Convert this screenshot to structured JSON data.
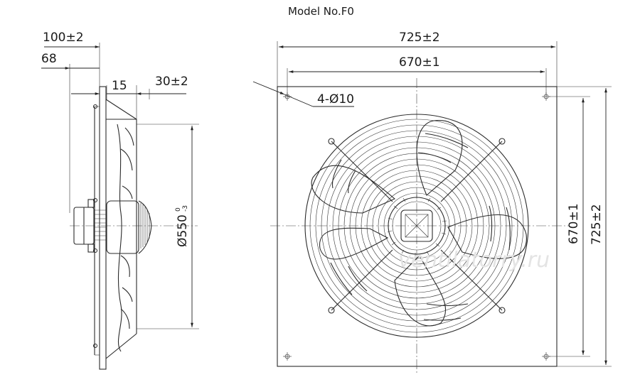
{
  "title": "Model No.F0",
  "side_view": {
    "dims": {
      "overall_depth": "100±2",
      "motor_depth": "68",
      "flange_depth": "15",
      "guard_depth": "30±2",
      "fan_diameter": "Ø550",
      "fan_diameter_tol_upper": "0",
      "fan_diameter_tol_lower": "-3"
    }
  },
  "front_view": {
    "dims": {
      "plate_width": "725±2",
      "hole_spacing_h": "670±1",
      "holes": "4-Ø10",
      "hole_spacing_v": "670±1",
      "plate_height": "725±2"
    }
  },
  "watermark": "ventilatorry.ru"
}
